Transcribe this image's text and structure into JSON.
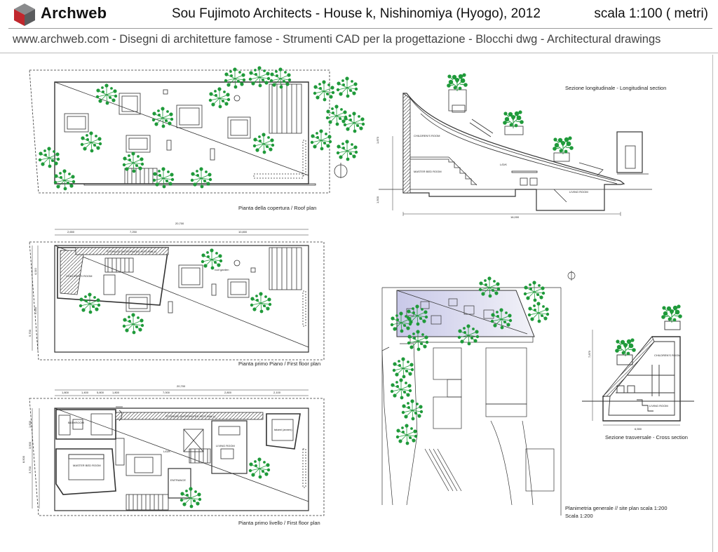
{
  "header": {
    "brand": "Archweb",
    "title": "Sou Fujimoto Architects - House k,  Nishinomiya (Hyogo),  2012",
    "scale": "scala 1:100 ( metri)",
    "subtitle": "www.archweb.com -  Disegni di architetture famose - Strumenti CAD  per la progettazione - Blocchi dwg - Architectural drawings",
    "colors": {
      "cube_red": "#c0272d",
      "cube_grey": "#6d6e70",
      "tree_green": "#1f9a3a"
    }
  },
  "captions": {
    "roof_plan": "Pianta della copertura  /  Roof plan",
    "long_section": "Sezione longitudinale  -  Longitudinal section",
    "first_floor_plan": "Pianta primo Piano / First floor plan",
    "ground_floor_plan": "Pianta primo livello  /  First floor plan",
    "cross_section": "Sezione trasversale  -  Cross section",
    "site_plan": "Planimetria generale // site plan   scala 1:200",
    "site_scale": "Scala 1:200"
  },
  "labels": {
    "childrens_room": "CHILDREN'S ROOM",
    "master_bed_room": "MASTER BED ROOM",
    "ldk": "L/D/K",
    "living_room": "LIVING ROOM",
    "storage": "STORAGE (INTEGRATED INTO WALL)",
    "roof_garden": "roof garden",
    "bathroom": "BATHROOM",
    "entrance": "ENTRANCE",
    "tatami": "tatami (annex)"
  },
  "dimensions": {
    "long_height_top": "1,870",
    "long_height_bottom": "1,500",
    "long_width": "16,000",
    "ff_total": "20,700",
    "ff_a": "2,650",
    "ff_b": "7,250",
    "ff_c": "10,800",
    "gf_total": "20,700",
    "gf_a": "1,800",
    "gf_b": "1,400",
    "gf_c": "5,800",
    "gf_d": "1,800",
    "gf_e": "7,000",
    "gf_f": "2,800",
    "gf_g": "2,100",
    "cross_width": "6,550",
    "cross_height": "7,870",
    "ff_side_1": "5,700",
    "ff_side_2": "2,440",
    "ff_side_3": "4,110",
    "gf_side_1": "1,600",
    "gf_side_2": "3,900",
    "gf_side_3": "3,700",
    "gf_side_total": "8,500"
  }
}
